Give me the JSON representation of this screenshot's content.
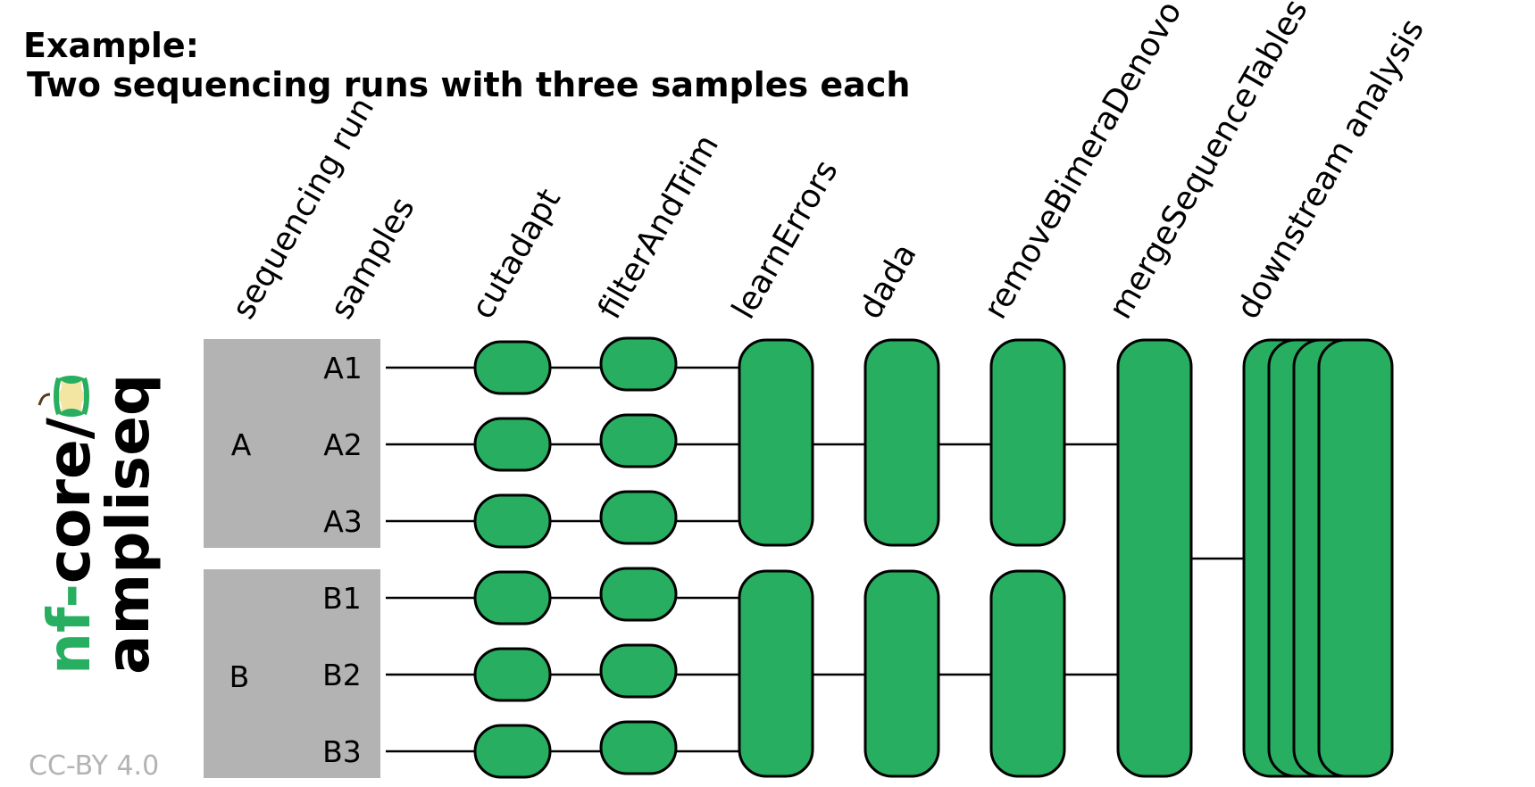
{
  "title": {
    "line1": "Example:",
    "line2": "Two sequencing runs with three samples each"
  },
  "columns": [
    "sequencing run",
    "samples",
    "cutadapt",
    "filterAndTrim",
    "learnErrors",
    "dada",
    "removeBimeraDenovo",
    "mergeSequenceTables",
    "downstream analysis"
  ],
  "runs": [
    {
      "label": "A",
      "samples": [
        "A1",
        "A2",
        "A3"
      ]
    },
    {
      "label": "B",
      "samples": [
        "B1",
        "B2",
        "B3"
      ]
    }
  ],
  "logo": {
    "prefix": "nf-",
    "core": "core/",
    "name": "ampliseq"
  },
  "license": "CC-BY 4.0",
  "colors": {
    "step_fill": "#27ae60",
    "run_box": "#b3b3b3",
    "stroke": "#000000",
    "logo_green": "#27ae60",
    "license": "#b3b3b3"
  }
}
